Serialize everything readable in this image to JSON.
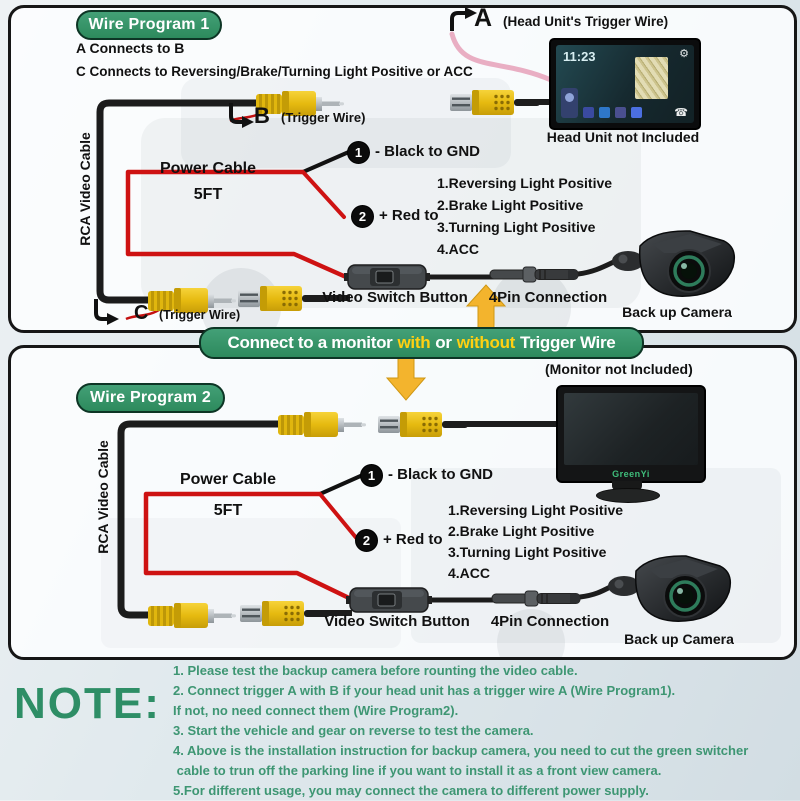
{
  "colors": {
    "accent_green": "#33916a",
    "highlight_yellow": "#ffd012",
    "wire_red": "#ce1212",
    "wire_black": "#1c1c1c",
    "rca_yellow": "#e8bc12"
  },
  "icons": {
    "gear": "⚙",
    "phone": "☎"
  },
  "program1": {
    "title": "Wire Program 1",
    "rule_a": "A Connects to B",
    "rule_c": "C Connects to Reversing/Brake/Turning Light Positive or ACC",
    "trigger_a": {
      "letter": "A",
      "label": "(Head Unit's Trigger Wire)"
    },
    "trigger_b": {
      "letter": "B",
      "label": "(Trigger Wire)"
    },
    "trigger_c": {
      "letter": "C",
      "label": "(Trigger Wire)"
    },
    "head_unit": {
      "caption": "Head Unit not Included",
      "time": "11:23"
    },
    "rca_label": "RCA Video Cable",
    "power_label": "Power Cable",
    "power_length": "5FT",
    "wire1": {
      "num": "1",
      "text": "- Black to GND"
    },
    "wire2": {
      "num": "2",
      "text": "+ Red to"
    },
    "targets": [
      "1.Reversing Light Positive",
      "2.Brake Light Positive",
      "3.Turning Light Positive",
      "4.ACC"
    ],
    "video_switch": "Video Switch Button",
    "four_pin": "4Pin Connection",
    "camera": "Back up Camera"
  },
  "banner": {
    "part1": "Connect to a monitor",
    "hl1": "with",
    "part2": "or",
    "hl2": "without",
    "part3": "Trigger Wire"
  },
  "program2": {
    "title": "Wire Program 2",
    "monitor": {
      "caption": "(Monitor not Included)",
      "brand": "GreenYi"
    },
    "rca_label": "RCA Video Cable",
    "power_label": "Power Cable",
    "power_length": "5FT",
    "wire1": {
      "num": "1",
      "text": "- Black to GND"
    },
    "wire2": {
      "num": "2",
      "text": "+ Red to"
    },
    "targets": [
      "1.Reversing Light Positive",
      "2.Brake Light Positive",
      "3.Turning Light Positive",
      "4.ACC"
    ],
    "video_switch": "Video Switch Button",
    "four_pin": "4Pin Connection",
    "camera": "Back up Camera"
  },
  "note": {
    "heading": "NOTE:",
    "lines": [
      "1. Please test the backup camera before rounting the video cable.",
      "2. Connect trigger A with B if your head unit has a trigger wire A (Wire Program1).",
      "If not, no need connect them (Wire Program2).",
      "3. Start the vehicle and gear on reverse to test the camera.",
      "4. Above is the installation instruction for backup camera, you need to cut the green switcher",
      " cable to trun off the parking line if you want to install it as a front view camera.",
      "5.For different usage, you may connect the camera to different power supply."
    ]
  }
}
